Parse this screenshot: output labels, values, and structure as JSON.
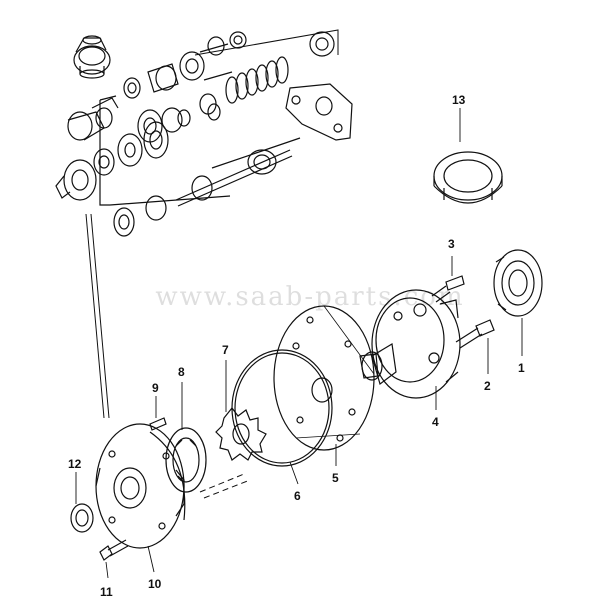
{
  "watermark": "www.saab-parts.com",
  "callouts": {
    "c1": "1",
    "c2": "2",
    "c3": "3",
    "c4": "4",
    "c5": "5",
    "c6": "6",
    "c7": "7",
    "c8": "8",
    "c9": "9",
    "c10": "10",
    "c11": "11",
    "c12": "12",
    "c13": "13"
  }
}
